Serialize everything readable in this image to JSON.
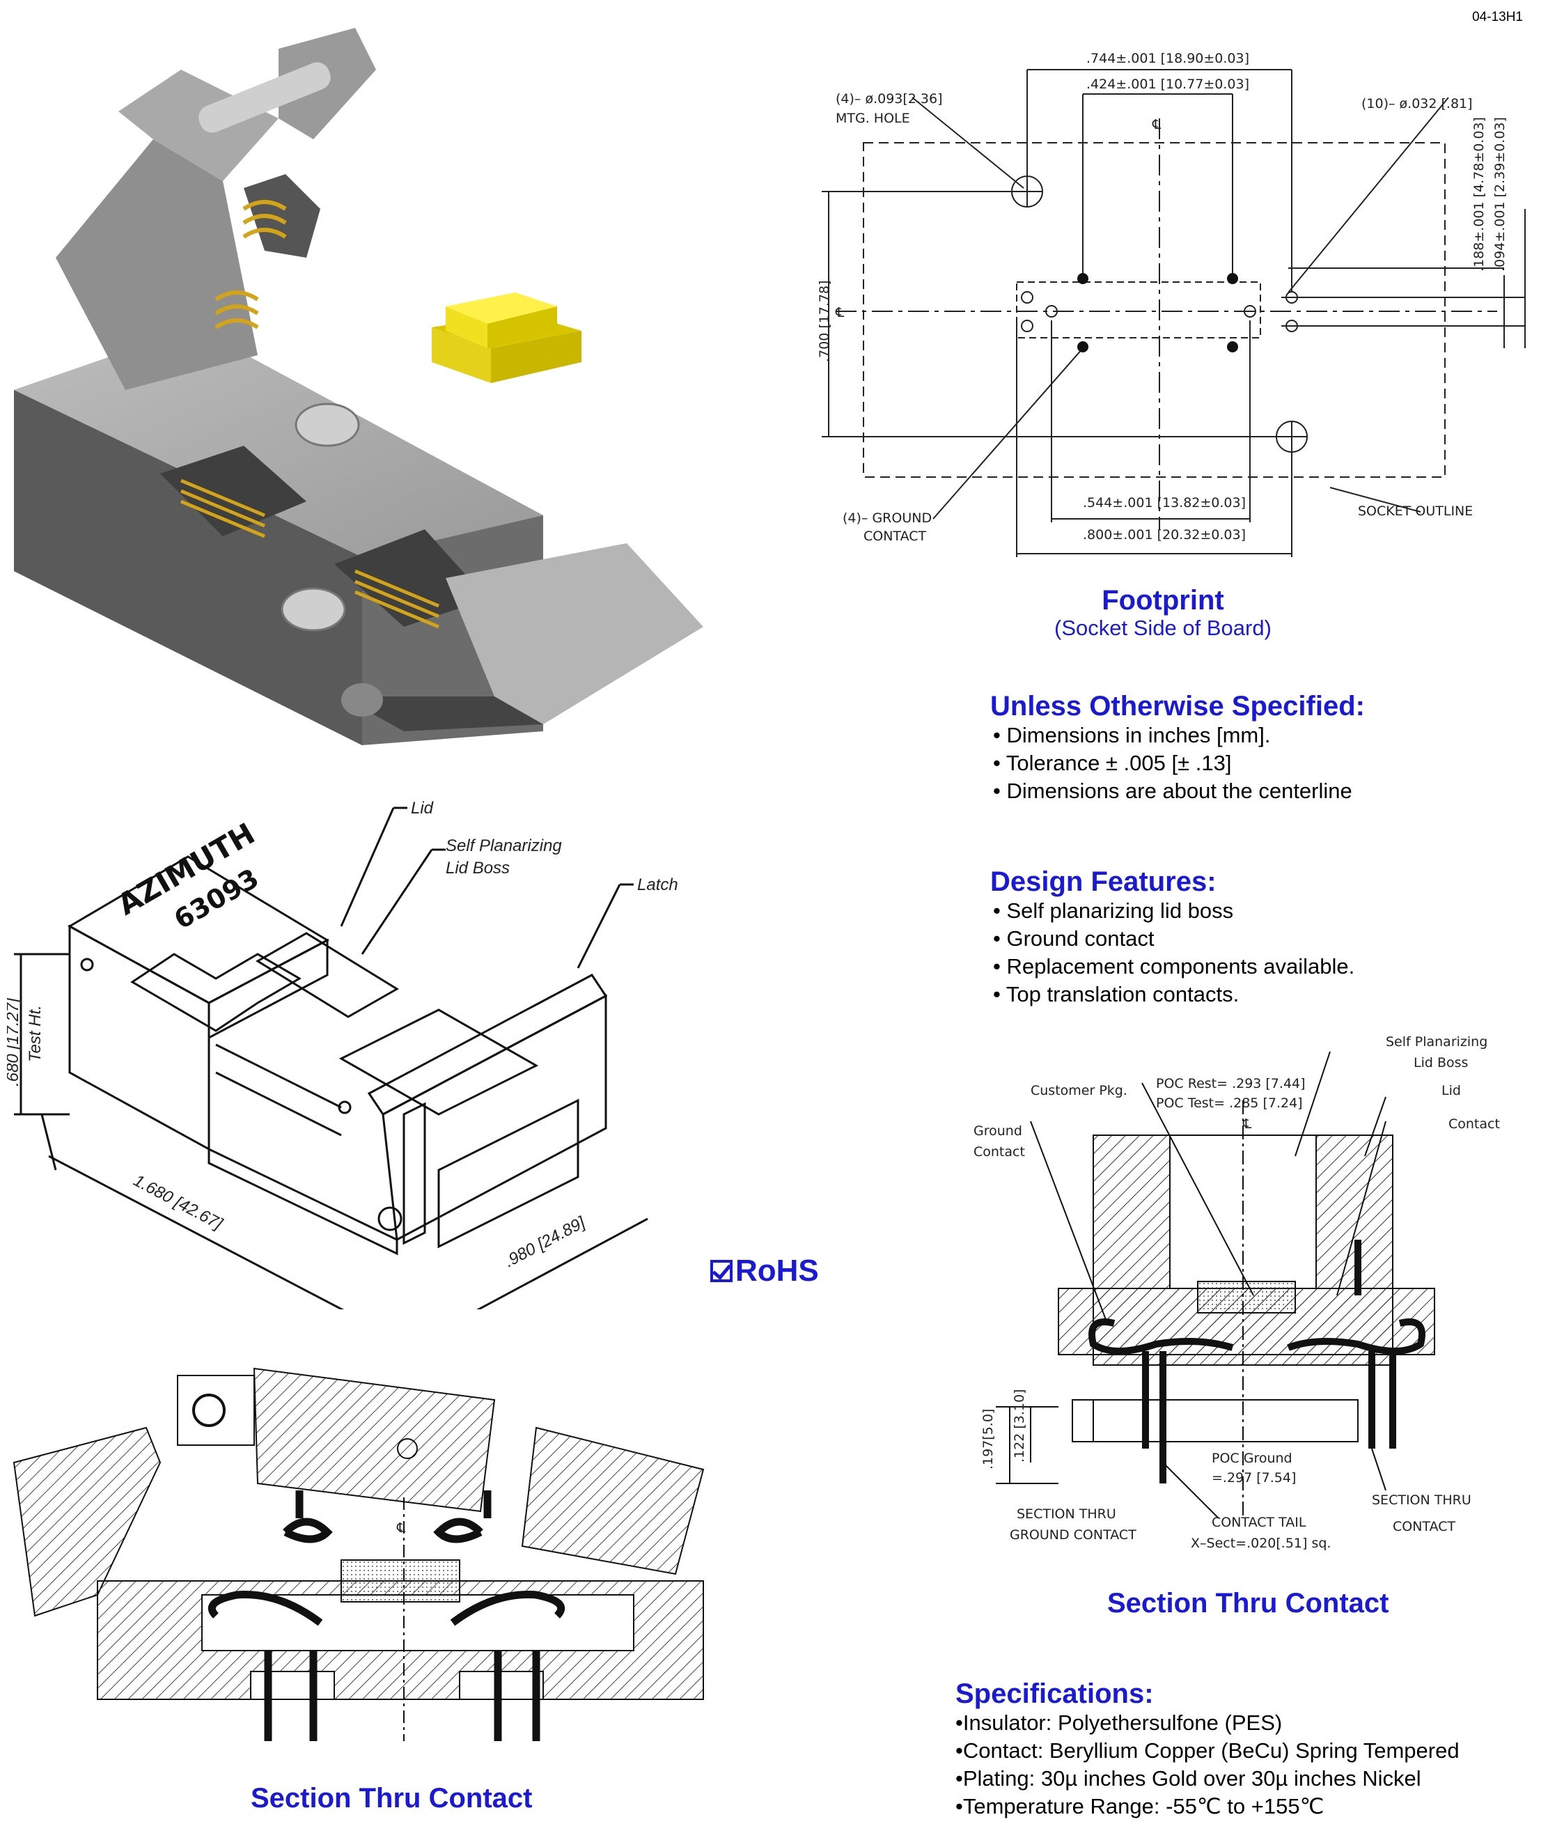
{
  "doc_id": "04-13H1",
  "footprint": {
    "title": "Footprint",
    "subtitle": "(Socket Side of Board)",
    "labels": {
      "dim_744": ".744±.001 [18.90±0.03]",
      "dim_424": ".424±.001 [10.77±0.03]",
      "mtg_hole": "(4)– ø.093[2.36]",
      "mtg_hole_2": "MTG. HOLE",
      "pin_holes": "(10)– ø.032 [.81]",
      "dim_094": ".094±.001 [2.39±0.03]",
      "dim_188": ".188±.001 [4.78±0.03]",
      "dim_700": ".700 [17.78]",
      "ground_contact": "(4)– GROUND",
      "ground_contact_2": "CONTACT",
      "dim_544": ".544±.001 [13.82±0.03]",
      "dim_800": ".800±.001 [20.32±0.03]",
      "socket_outline": "SOCKET OUTLINE",
      "cl": "℄"
    }
  },
  "unless": {
    "title": "Unless Otherwise Specified:",
    "items": [
      "• Dimensions in inches [mm].",
      "• Tolerance ± .005 [± .13]",
      "• Dimensions are about the centerline"
    ]
  },
  "design": {
    "title": "Design  Features:",
    "items": [
      "• Self planarizing lid boss",
      "• Ground contact",
      "• Replacement components available.",
      "• Top translation contacts."
    ]
  },
  "iso_labels": {
    "lid": "Lid",
    "boss_1": "Self Planarizing",
    "boss_2": "Lid Boss",
    "latch": "Latch",
    "brand": "AZIMUTH",
    "model": "63093",
    "height_1": ".680 [17.27]",
    "height_2": "Test Ht.",
    "length": "1.680 [42.67]",
    "width": ".980 [24.89]"
  },
  "rohs": "RoHS",
  "section_right": {
    "title": "Section Thru Contact",
    "poc_rest": "POC Rest= .293 [7.44]",
    "poc_test": "POC Test= .285 [7.24]",
    "self_planar_1": "Self Planarizing",
    "self_planar_2": "Lid Boss",
    "lid": "Lid",
    "contact": "Contact",
    "customer_pkg": "Customer Pkg.",
    "ground_1": "Ground",
    "ground_2": "Contact",
    "dim_197": ".197[5.0]",
    "dim_122": ".122 [3.10]",
    "poc_ground_1": "POC Ground",
    "poc_ground_2": "=.297 [7.54]",
    "sec_ground_1": "SECTION THRU",
    "sec_ground_2": "GROUND CONTACT",
    "contact_tail": "CONTACT TAIL",
    "xsect": "X–Sect=.020[.51] sq.",
    "sec_contact_1": "SECTION THRU",
    "sec_contact_2": "CONTACT",
    "cl": "℄"
  },
  "section_left": {
    "title": "Section Thru Contact",
    "cl": "℄"
  },
  "specs": {
    "title": "Specifications:",
    "items": [
      "•Insulator: Polyethersulfone (PES)",
      "•Contact: Beryllium Copper (BeCu) Spring Tempered",
      "•Plating: 30µ inches Gold over 30µ inches Nickel",
      "•Temperature Range: -55℃  to  +155℃"
    ]
  },
  "colors": {
    "accent": "#1a1ad6",
    "package_yellow": "#f0e020",
    "gray": "#8c8c8c"
  }
}
